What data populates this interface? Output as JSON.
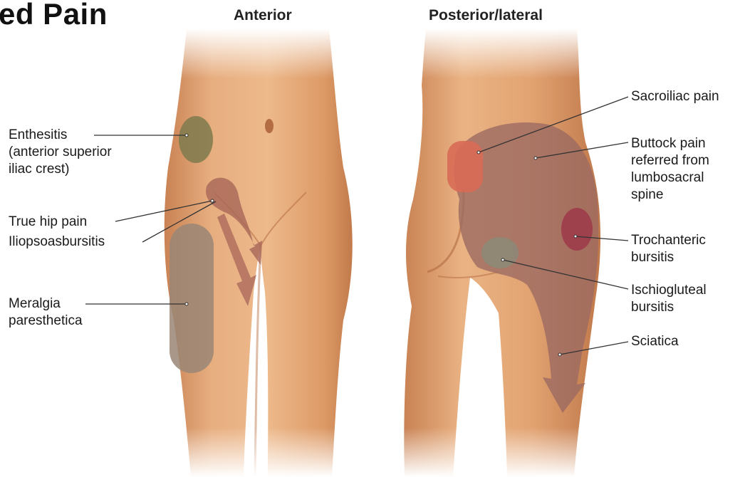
{
  "title": "ed Pain",
  "views": {
    "anterior": "Anterior",
    "posterior": "Posterior/lateral"
  },
  "labels": {
    "enthesitis": [
      "Enthesitis",
      "(anterior superior",
      "iliac crest)"
    ],
    "true_hip": [
      "True hip pain"
    ],
    "iliopsoas": [
      "Iliopsoasbursitis"
    ],
    "meralgia": [
      "Meralgia",
      "paresthetica"
    ],
    "sacroiliac": [
      "Sacroiliac pain"
    ],
    "buttock": [
      "Buttock pain",
      "referred from",
      "lumbosacral",
      "spine"
    ],
    "trochanteric": [
      "Trochanteric",
      "bursitis"
    ],
    "ischiogluteal": [
      "Ischiogluteal",
      "bursitis"
    ],
    "sciatica": [
      "Sciatica"
    ]
  },
  "colors": {
    "skin": "#e3a878",
    "skin_dark": "#c98253",
    "zone_olive": "#7e7a4c",
    "zone_mauve": "#a86658",
    "zone_gray": "#9a8676",
    "zone_coral": "#d86a55",
    "zone_crimson": "#9e3c4a"
  }
}
